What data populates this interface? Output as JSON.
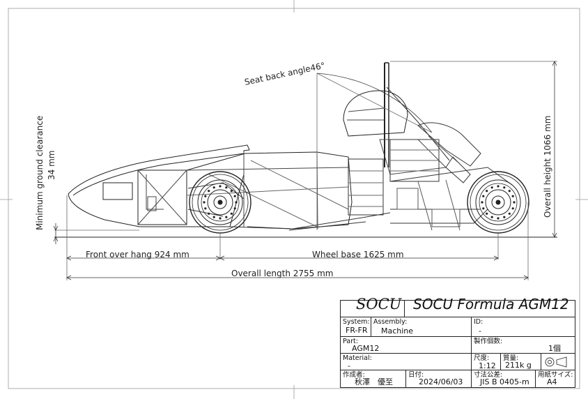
{
  "dimensions": {
    "seat_back_angle": "Seat back angle46°",
    "min_clearance_line1": "Minimum ground clearance",
    "min_clearance_line2": "34 mm",
    "overall_height": "Overall height 1066 mm",
    "front_overhang": "Front over hang 924 mm",
    "wheel_base": "Wheel base 1625 mm",
    "overall_length": "Overall length 2755 mm"
  },
  "title_block": {
    "brand": "SOCU",
    "title": "SOCU Formula AGM12",
    "system_label": "System:",
    "system_value": "FR-FR",
    "assembly_label": "Assembly:",
    "assembly_value": "Machine",
    "id_label": "ID:",
    "id_value": "-",
    "part_label": "Part:",
    "part_value": "AGM12",
    "qty_label": "製作個数:",
    "qty_value": "1個",
    "material_label": "Material:",
    "material_value": "-",
    "scale_label": "尺度:",
    "scale_value": "1:12",
    "mass_label": "質量:",
    "mass_value": "211k g",
    "author_label": "作成者:",
    "author_value": "秋澤　優至",
    "date_label": "日付:",
    "date_value": "2024/06/03",
    "tolerance_label": "寸法公差:",
    "tolerance_value": "JIS B 0405-m",
    "paper_label": "用紙サイズ:",
    "paper_value": "A4"
  },
  "colors": {
    "line": "#222222",
    "thin": "#555555",
    "hatch": "#888888"
  },
  "icons": {
    "projection_symbol": "third-angle-projection-icon"
  }
}
